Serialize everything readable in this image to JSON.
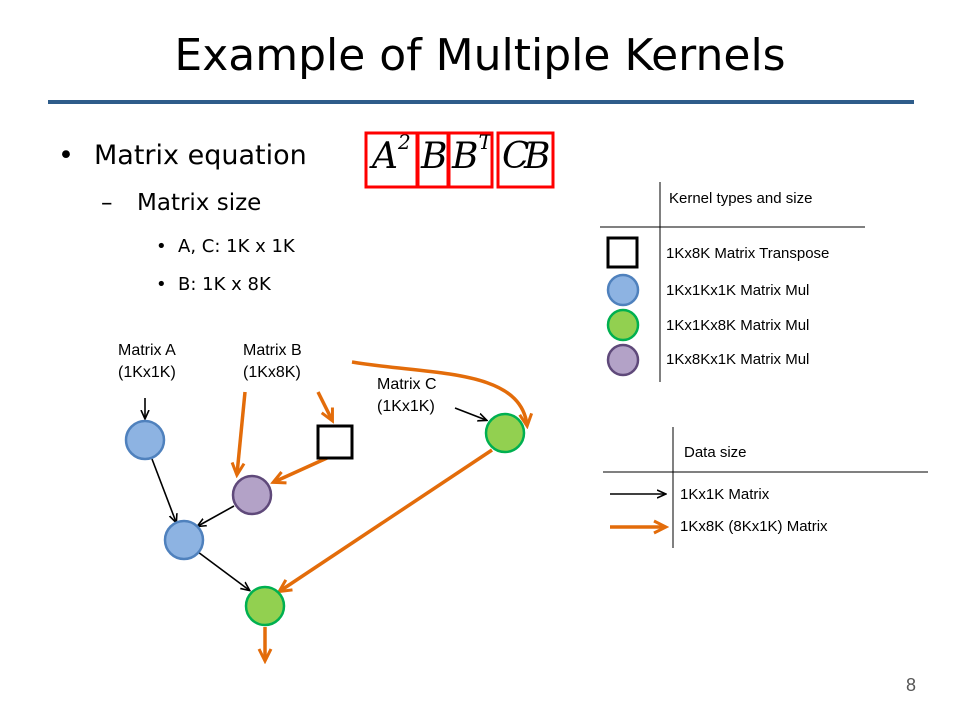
{
  "title": "Example of Multiple Kernels",
  "bullets": {
    "matrix_equation": "Matrix equation",
    "matrix_size": "Matrix size",
    "size_ac": "A, C: 1K x 1K",
    "size_b": "B: 1K x 8K"
  },
  "equation": {
    "a": "A",
    "a_exp": "2",
    "b1": "B",
    "b2": "B",
    "b2_exp": "T",
    "c": "C",
    "b3": "B"
  },
  "diagram_labels": {
    "matrix_a": "Matrix A\n(1Kx1K)",
    "matrix_b": "Matrix B\n(1Kx8K)",
    "matrix_c": "Matrix C\n(1Kx1K)"
  },
  "kernel_legend": {
    "title": "Kernel types and size",
    "items": [
      {
        "shape": "square",
        "label": "1Kx8K Matrix Transpose"
      },
      {
        "shape": "circle",
        "color": "#8db3e2",
        "label": "1Kx1Kx1K Matrix Mul"
      },
      {
        "shape": "circle",
        "color": "#92d050",
        "label": "1Kx1Kx8K Matrix Mul"
      },
      {
        "shape": "circle",
        "color": "#b3a2c7",
        "label": "1Kx8Kx1K Matrix Mul"
      }
    ]
  },
  "data_legend": {
    "title": "Data size",
    "items": [
      {
        "arrow": "black",
        "label": "1Kx1K Matrix"
      },
      {
        "arrow": "orange",
        "label": "1Kx8K (8Kx1K) Matrix"
      }
    ]
  },
  "colors": {
    "blue_node": "#8db3e2",
    "green_node": "#92d050",
    "purple_node": "#b3a2c7",
    "orange_arrow": "#e36c0a",
    "highlight_box": "#ff0000",
    "title_rule": "#2e5c8a"
  },
  "page_number": "8"
}
